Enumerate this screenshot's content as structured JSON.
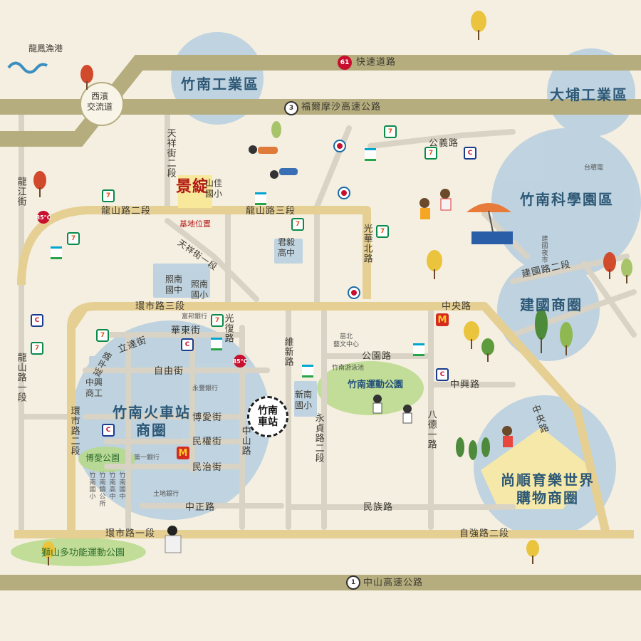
{
  "places": {
    "fishing_port": "龍鳳漁港",
    "interchange": "西濱\n交流道",
    "industrial_zone": "竹南工業區",
    "dapu_industrial": "大埔工業區",
    "science_park": "竹南科學園區",
    "jianguo_business": "建國商圈",
    "station_business": "竹南火車站\n商圈",
    "shopping_center": "尚順育樂世界\n購物商圈",
    "station": "竹南\n車站",
    "sports_park": "竹南運動公園",
    "boai_park": "博愛公園",
    "shishan_park": "獅山多功能運動公園",
    "pool": "竹南游泳池",
    "art_center": "苗北\n藝文中心"
  },
  "site": {
    "name": "景綻",
    "label": "基地位置"
  },
  "roads": {
    "expressway": "快速道路",
    "expressway_no": "61",
    "formosa": "福爾摩沙高速公路",
    "formosa_no": "3",
    "zhongshan_hwy": "中山高速公路",
    "zhongshan_hwy_no": "1",
    "longshan_2": "龍山路二段",
    "longshan_3": "龍山路三段",
    "huanshi_3": "環市路三段",
    "huanshi_1": "環市路一段",
    "huanshi_2": "環市路\n二段",
    "ziqiang_2": "自強路二段",
    "zhongyang_top": "中央路",
    "zhongyang_diag": "中央路",
    "gongyi": "公義路",
    "jianguo_2": "建國路二段",
    "tianxiang_2": "天祥\n街\n二\n段",
    "tianxiang_1": "天祥街一段",
    "longjiang": "龍\n江\n街",
    "longshan_1": "龍山路一段",
    "guanghua_north": "光華\n北路",
    "guangfu": "光\n復\n路",
    "weixin": "維\n新\n路",
    "yongzhen_2": "永\n貞\n路\n二\n段",
    "bade_1": "八\n德\n一\n路",
    "zhongxing": "中興路",
    "gongyuan": "公園路",
    "minzu": "民族路",
    "zhongzheng": "中正路",
    "zhongshan": "中\n山\n路",
    "boai_st": "博愛街",
    "minquan_st": "民權街",
    "minzhi_st": "民治街",
    "ziyou_st": "自由街",
    "huadong_st": "華東街",
    "lida_st": "立達街",
    "yanping_rd": "延平路"
  },
  "schools": {
    "shanjia": "山佳\n國小",
    "junyi": "君毅\n高中",
    "zhaonan_jr": "照南\n國中",
    "zhaonan_el": "照南\n國小",
    "zhongxing_voc": "中興\n商工",
    "xinnan": "新南\n國小",
    "zhunan_el": "竹\n南\n國\n小",
    "zhunan_office": "竹\n南\n鎮\n公\n所",
    "zhunan_high": "竹\n南\n高\n中",
    "zhunan_jr": "竹\n南\n國\n中"
  },
  "pois": {
    "fubang_bank": "富邦銀行",
    "yongfeng_bank": "永豐銀行",
    "first_bank": "第一銀行",
    "land_bank": "土地銀行",
    "taiji_power": "台積電",
    "jianguo_market": "建\n國\n夜\n市"
  },
  "brands": {
    "seven": "7",
    "carrefour": "C",
    "mcd": "M",
    "b85": "85°C"
  },
  "colors": {
    "background": "#f5efe1",
    "highway": "#b5ad7e",
    "main_road": "#e6cf93",
    "minor_road": "#d8d3c5",
    "zone_circle": "#bcd1df",
    "park_green": "#b7d98a",
    "zone_text": "#2d5876",
    "site_red": "#b21818"
  }
}
